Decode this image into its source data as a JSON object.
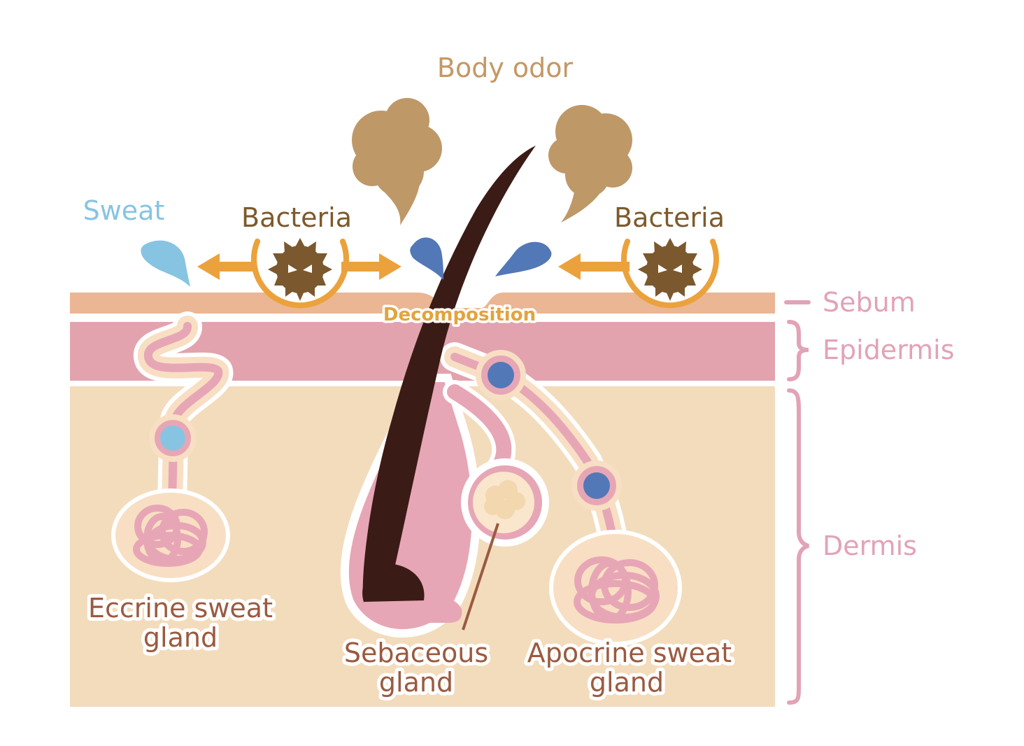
{
  "labels": {
    "body_odor": "Body odor",
    "sweat": "Sweat",
    "bacteria_left": "Bacteria",
    "bacteria_right": "Bacteria",
    "decomposition": "Decomposition",
    "sebum": "Sebum",
    "epidermis": "Epidermis",
    "dermis": "Dermis",
    "eccrine_line1": "Eccrine sweat",
    "eccrine_line2": "gland",
    "sebaceous_line1": "Sebaceous",
    "sebaceous_line2": "gland",
    "apocrine_line1": "Apocrine sweat",
    "apocrine_line2": "gland"
  },
  "colors": {
    "sebum_layer": "#ebb693",
    "epidermis_layer": "#e2a3ae",
    "dermis_layer": "#f3dcbc",
    "gland_tube": "#e7a6b5",
    "gland_halo": "#f8dfc3",
    "hair": "#3b1b16",
    "odor_cloud": "#bf9868",
    "sweat_drop_light": "#87c4e2",
    "sweat_drop_dark": "#5378b7",
    "bacteria_ring": "#eba23c",
    "bacteria_body": "#7b582e",
    "label_brown": "#9b5a40",
    "label_pink": "#e2a3b6",
    "label_gold": "#c49864",
    "label_dark_brown": "#7d5a2b",
    "label_sweat": "#87c4e2"
  },
  "icons": [
    "odor-cloud-icon",
    "sweat-drop-icon",
    "bacteria-icon",
    "arrow-icon",
    "hair-icon"
  ]
}
